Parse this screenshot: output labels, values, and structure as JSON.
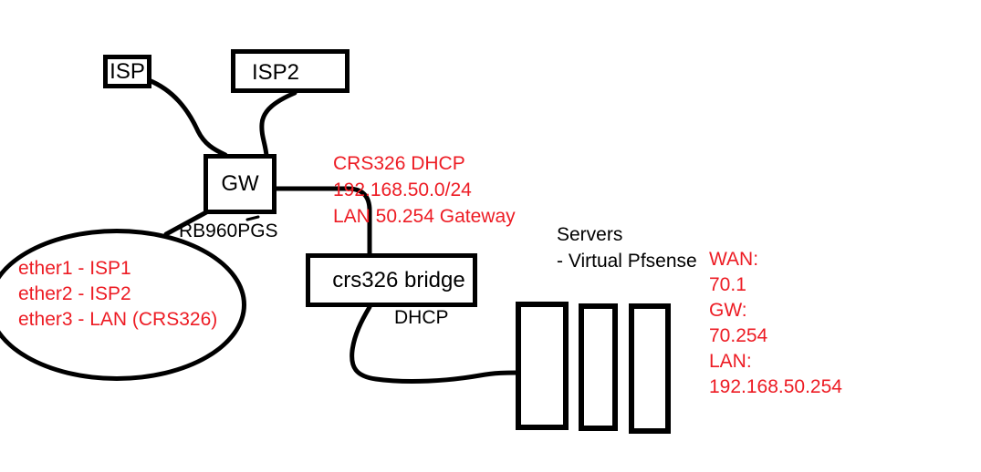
{
  "diagram_type": "hand-drawn network diagram",
  "colors": {
    "background": "#FFFFFF",
    "ink_black": "#000000",
    "annotation_red": "#ED1C24"
  },
  "nodes": {
    "isp1": {
      "label": "ISP"
    },
    "isp2": {
      "label": "ISP2"
    },
    "gateway": {
      "label": "GW",
      "model": "RB960PGS"
    },
    "switch": {
      "label": "crs326 bridge",
      "note": "DHCP"
    },
    "servers": {
      "title": "Servers",
      "subtitle": "- Virtual Pfsense",
      "count": 3
    }
  },
  "annotations": {
    "gateway_ports": {
      "lines": [
        "ether1 - ISP1",
        "ether2 - ISP2",
        "ether3 - LAN (CRS326)"
      ]
    },
    "switch_network": {
      "lines": [
        "CRS326 DHCP",
        "192.168.50.0/24",
        "LAN 50.254 Gateway"
      ]
    },
    "pfsense_addresses": {
      "lines": [
        "WAN:",
        "70.1",
        "GW:",
        "70.254",
        "LAN:",
        "192.168.50.254"
      ]
    }
  }
}
